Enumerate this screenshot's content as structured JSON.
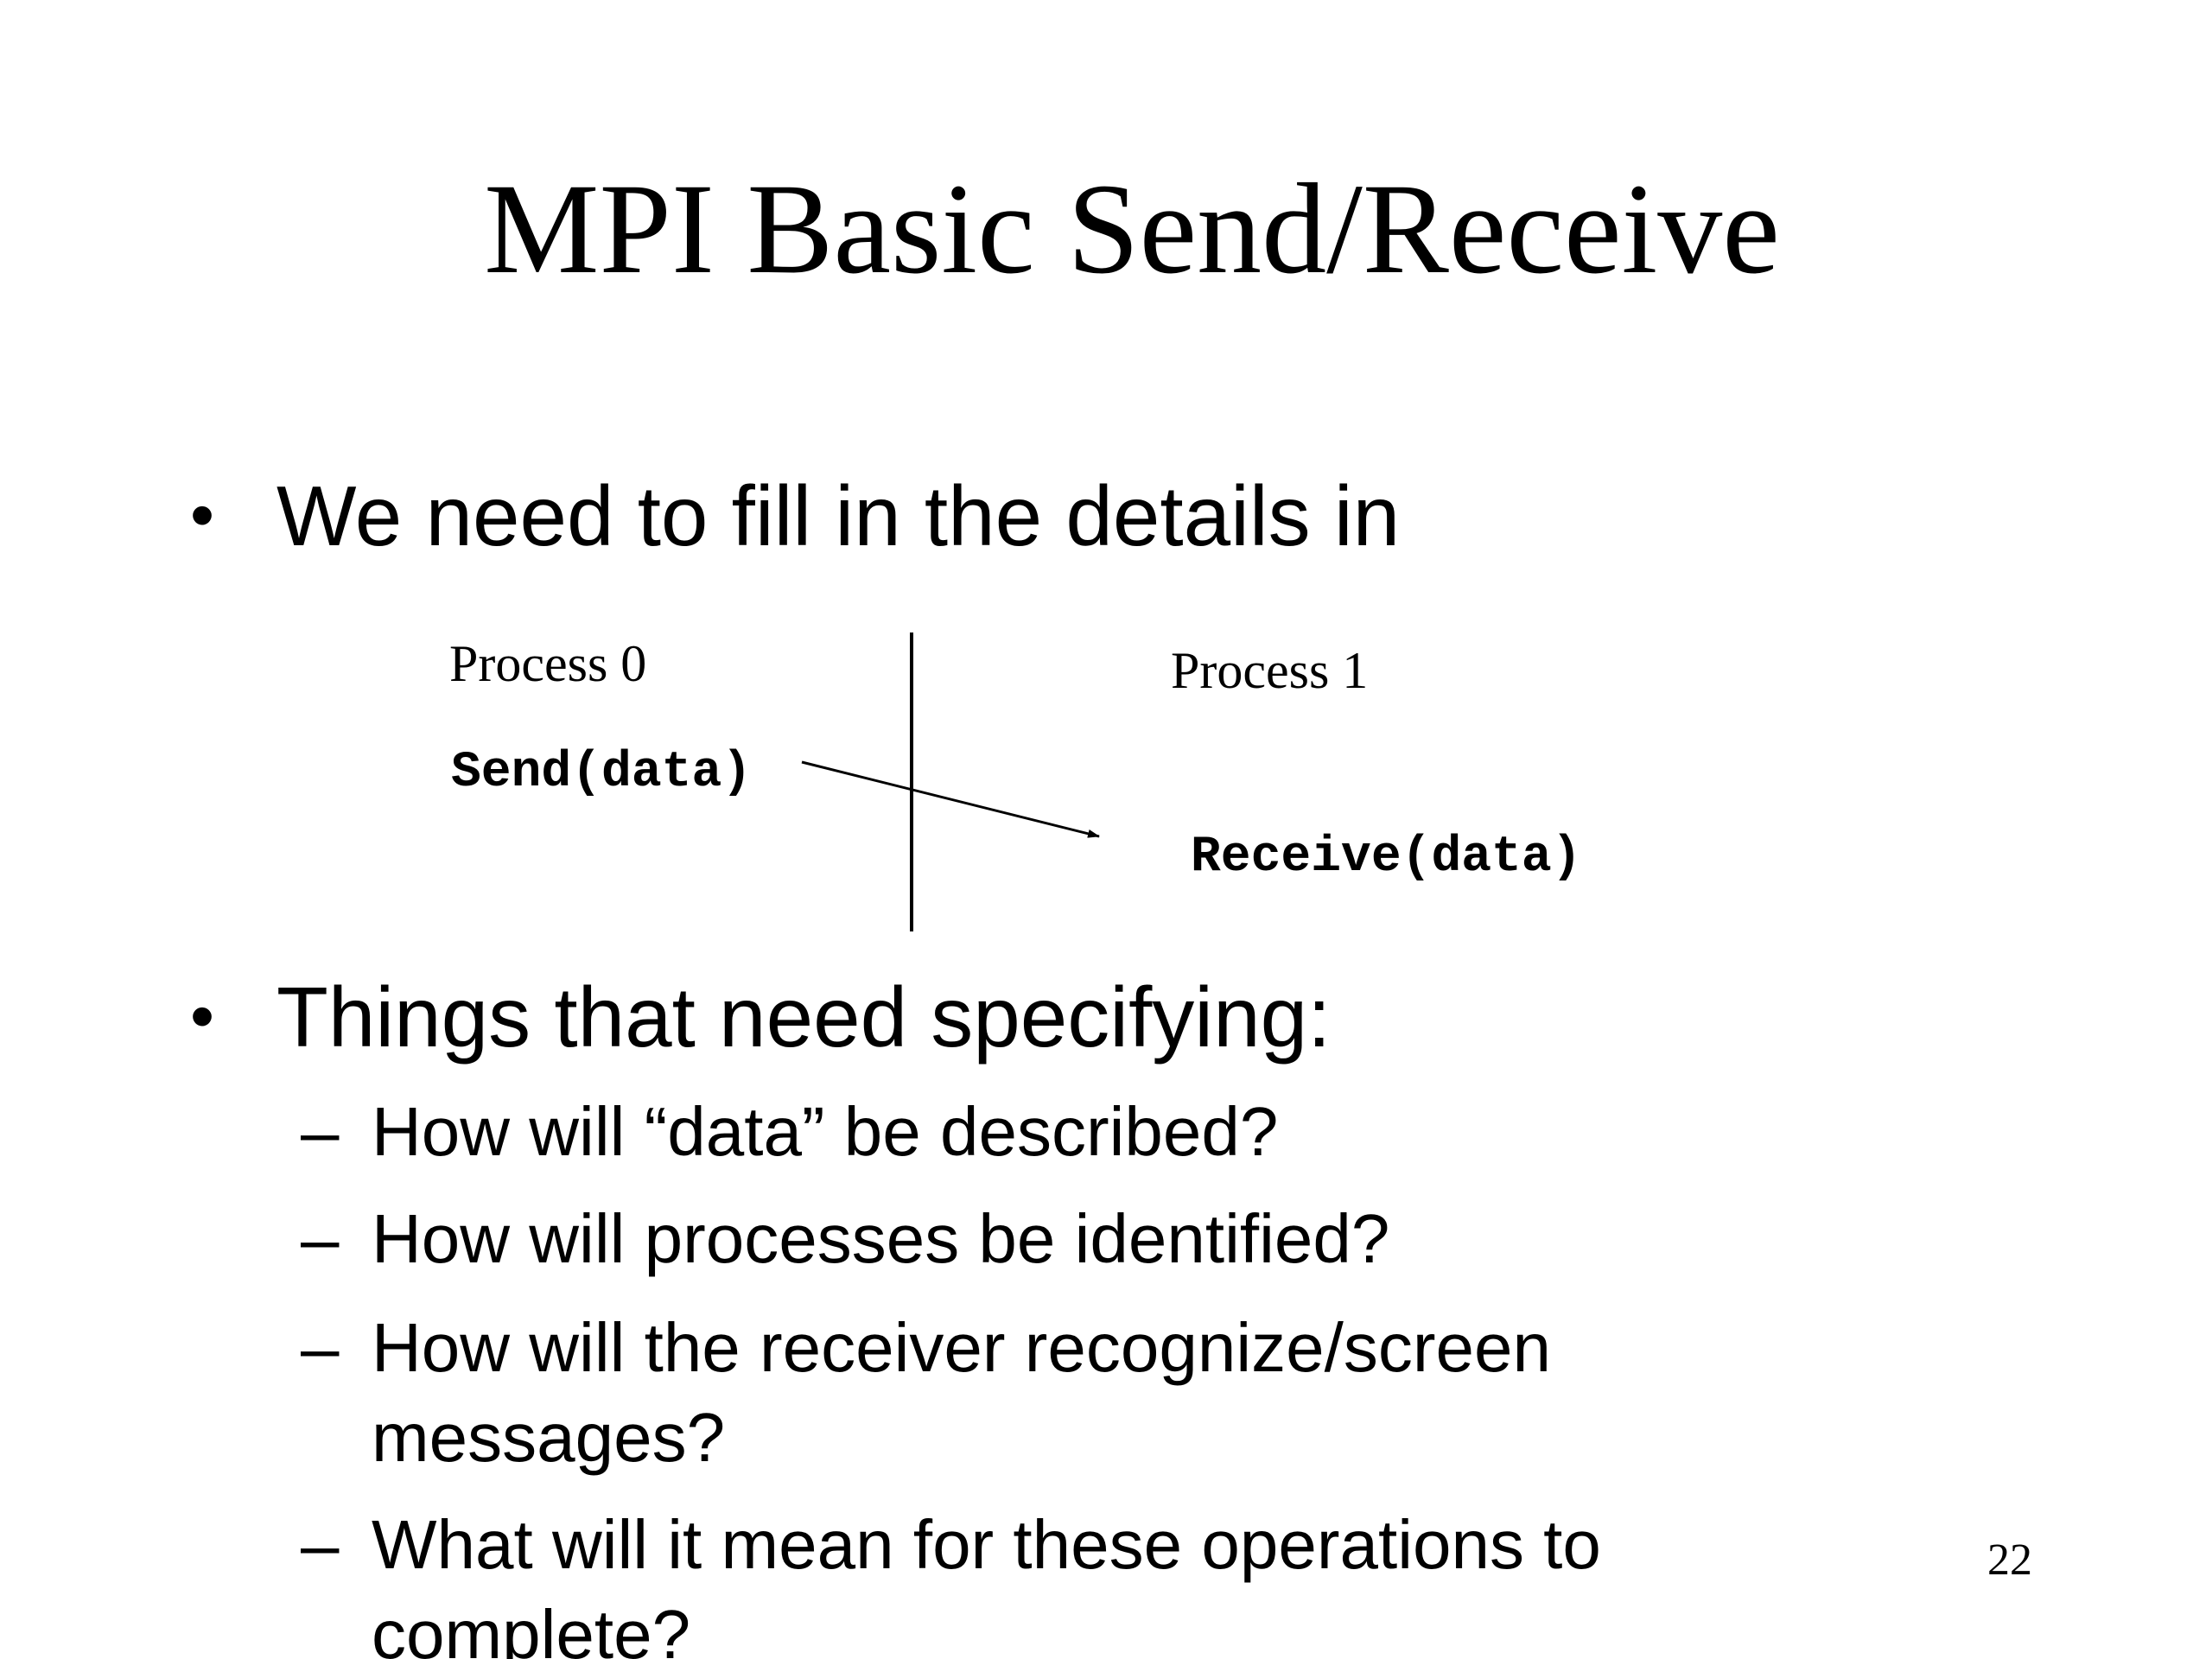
{
  "slide": {
    "title": "MPI Basic Send/Receive",
    "bullets": [
      {
        "marker": "•",
        "text": "We need to fill in the details in"
      },
      {
        "marker": "•",
        "text": "Things that need specifying:"
      }
    ],
    "subitems": [
      {
        "marker": "–",
        "lines": [
          "How will “data” be described?"
        ]
      },
      {
        "marker": "–",
        "lines": [
          "How will processes be identified?"
        ]
      },
      {
        "marker": "–",
        "lines": [
          "How will the receiver recognize/screen",
          "messages?"
        ]
      },
      {
        "marker": "–",
        "lines": [
          "What will it mean for these operations to",
          "complete?"
        ]
      }
    ],
    "page_number": "22"
  },
  "diagram": {
    "process0_label": "Process 0",
    "process1_label": "Process 1",
    "send_label": "Send(data)",
    "receive_label": "Receive(data)"
  }
}
